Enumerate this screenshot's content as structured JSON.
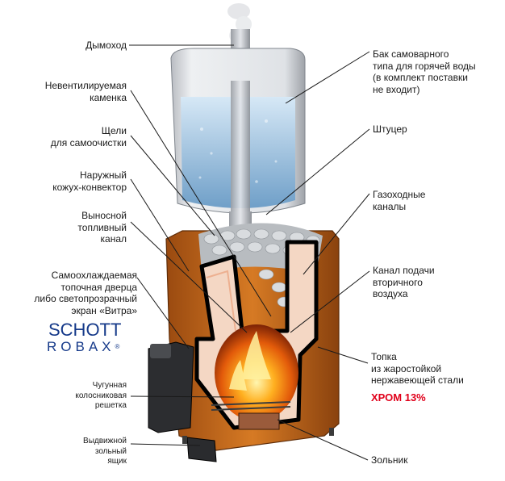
{
  "labels_left": [
    {
      "id": "chimney",
      "text": "Дымоход"
    },
    {
      "id": "stones",
      "text": "Невентилируемая\nкаменка"
    },
    {
      "id": "slots",
      "text": "Щели\nдля самоочистки"
    },
    {
      "id": "casing",
      "text": "Наружный\nкожух-конвектор"
    },
    {
      "id": "fuel_channel",
      "text": "Выносной\nтопливный\nканал"
    },
    {
      "id": "door",
      "text": "Самоохлаждаемая\nтопочная дверца\nлибо светопрозрачный\nэкран «Витра»"
    },
    {
      "id": "grate",
      "text": "Чугунная\nколосниковая\nрешетка"
    },
    {
      "id": "ash_drawer",
      "text": "Выдвижной\nзольный\nящик"
    }
  ],
  "labels_right": [
    {
      "id": "tank",
      "text": "Бак самоварного\nтипа для горячей воды\n(в комплект поставки\nне входит)"
    },
    {
      "id": "fitting",
      "text": "Штуцер"
    },
    {
      "id": "gas_channels",
      "text": "Газоходные\nканалы"
    },
    {
      "id": "air_channel",
      "text": "Канал подачи\nвторичного\nвоздуха"
    },
    {
      "id": "firebox",
      "text": "Топка\nиз жаростойкой\nнержавеющей стали"
    },
    {
      "id": "ash_pit",
      "text": "Зольник"
    }
  ],
  "steel_grade": "ХРОМ 13%",
  "brand": {
    "line1": "SCHOTT",
    "line2": "ROBAX",
    "mark": "®"
  },
  "colors": {
    "accent_red": "#e0001a",
    "brand_blue": "#163a8a",
    "casing_orange": "#c8661a",
    "water_blue": "#9ec6e6"
  }
}
